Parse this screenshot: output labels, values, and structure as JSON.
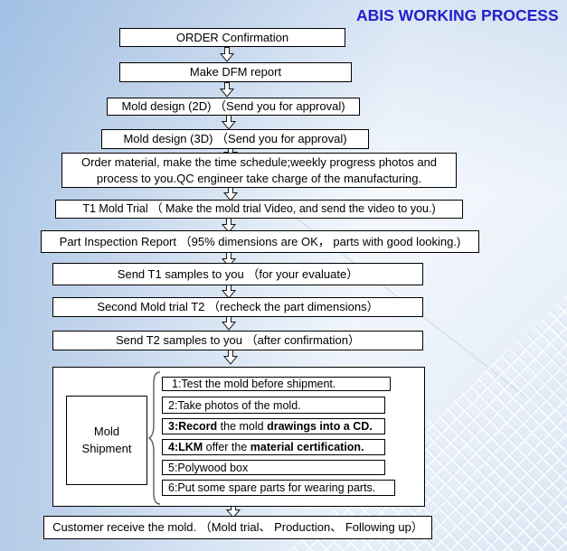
{
  "title": "ABIS WORKING PROCESS",
  "colors": {
    "title_blue": "#2222cc",
    "box_border": "#000000",
    "box_bg": "#ffffff"
  },
  "flow": {
    "boxes": [
      "ORDER Confirmation",
      "Make DFM report",
      "Mold design (2D) （Send you for approval)",
      "Mold design (3D) （Send you for approval)",
      "Order material, make the time schedule;weekly progress photos and process to you.QC engineer take charge of the manufacturing.",
      "T1 Mold Trial （ Make the mold trial Video, and send the video to you.)",
      "Part Inspection Report （95% dimensions are OK， parts with good looking.)",
      "Send T1 samples to you （for your evaluate）",
      "Second Mold trial T2 （recheck the part dimensions）",
      "Send T2 samples to you （after confirmation）",
      "Customer receive the mold. （Mold trial、 Production、 Following up）"
    ]
  },
  "shipment": {
    "label_line1": "Mold",
    "label_line2": "Shipment",
    "items": [
      {
        "text": "1:Test the mold before shipment."
      },
      {
        "text": "2:Take photos of the mold."
      },
      {
        "bold1": "3:Record",
        "mid": " the mold ",
        "bold2": "drawings into a CD."
      },
      {
        "bold1": "4:LKM",
        "mid": " offer the ",
        "bold2": "material certification."
      },
      {
        "text": "5:Polywood box"
      },
      {
        "text": "6:Put some spare parts for wearing parts."
      }
    ]
  }
}
